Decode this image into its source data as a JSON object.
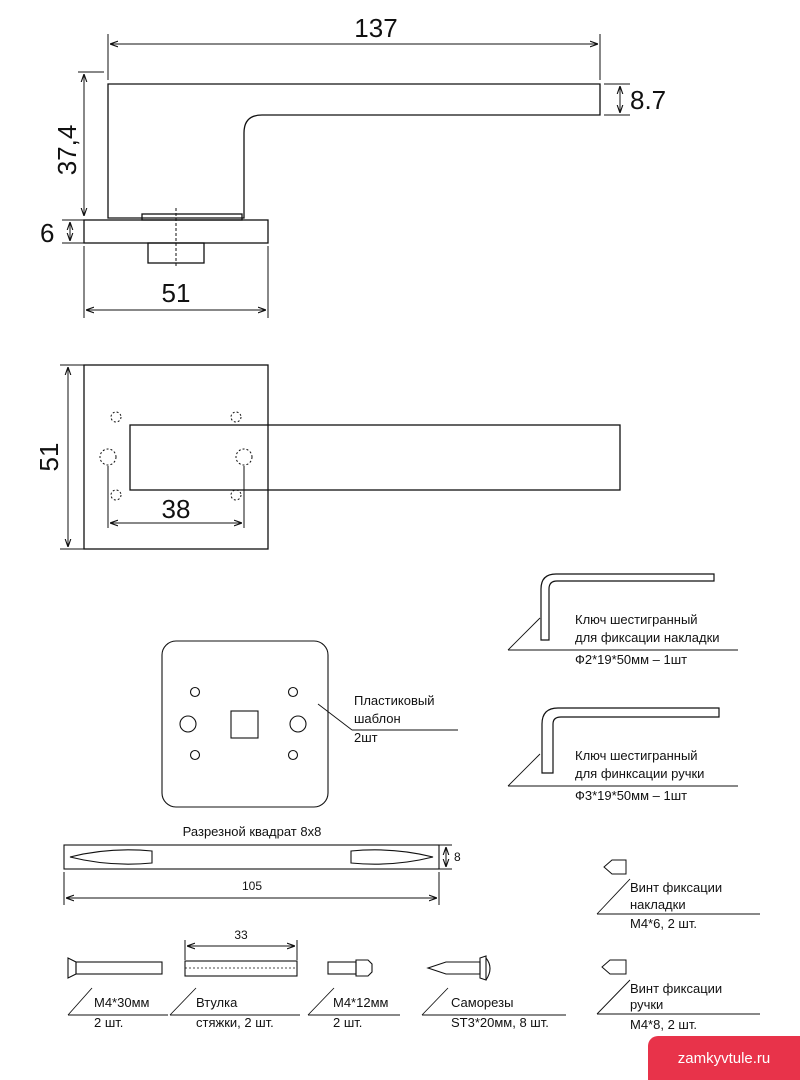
{
  "dimensions": {
    "length": "137",
    "height": "37,4",
    "thickness": "8.7",
    "rose_thickness": "6",
    "rose_width": "51",
    "rose_height": "51",
    "hole_spacing": "38",
    "spindle_length": "105",
    "spindle_size": "8",
    "bushing_length": "33"
  },
  "template": {
    "label_line1": "Пластиковый",
    "label_line2": "шаблон",
    "label_line3": "2шт"
  },
  "key_rose": {
    "line1": "Ключ шестигранный",
    "line2": "для фиксации накладки",
    "line3": "Ф2*19*50мм – 1шт"
  },
  "key_handle": {
    "line1": "Ключ шестигранный",
    "line2": "для финксации ручки",
    "line3": "Ф3*19*50мм – 1шт"
  },
  "spindle": {
    "title": "Разрезной квадрат 8х8"
  },
  "screw_rose": {
    "line1": "Винт фиксации",
    "line2": "накладки",
    "line3": "М4*6, 2 шт."
  },
  "screw_handle": {
    "line1": "Винт фиксации",
    "line2": "ручки",
    "line3": "М4*8, 2 шт."
  },
  "bolt_m4x30": {
    "line1": "М4*30мм",
    "line2": "2 шт."
  },
  "bushing": {
    "line1": "Втулка",
    "line2": "стяжки, 2 шт."
  },
  "bolt_m4x12": {
    "line1": "М4*12мм",
    "line2": "2 шт."
  },
  "self_tapping": {
    "line1": "Саморезы",
    "line2": "ST3*20мм, 8 шт."
  },
  "watermark": "zamkyvtule.ru"
}
